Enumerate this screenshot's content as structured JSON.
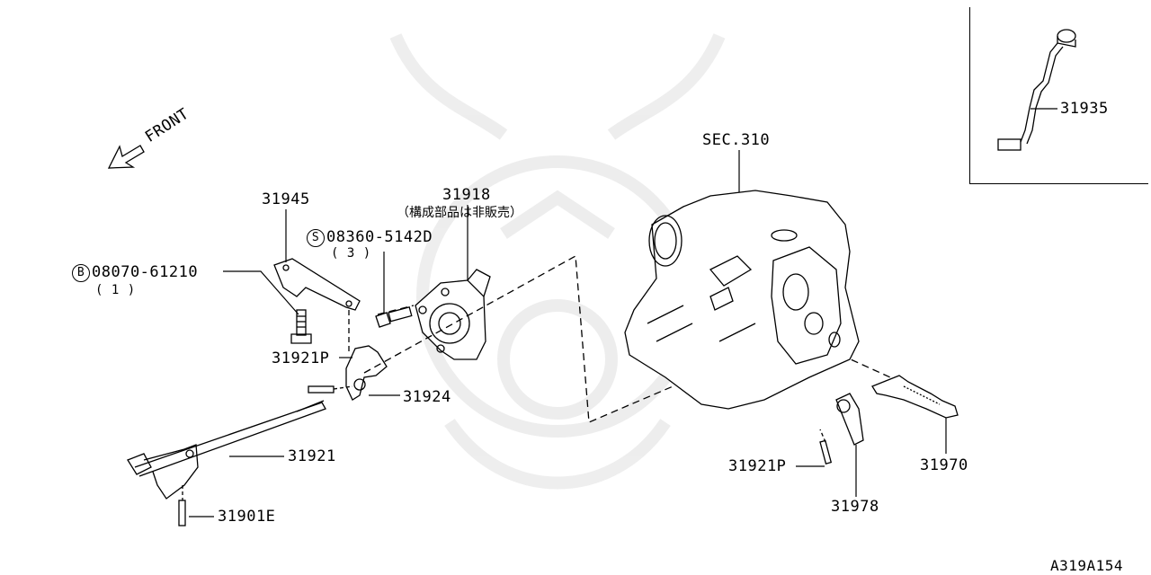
{
  "direction_label": "FRONT",
  "parts": {
    "p31945": "31945",
    "p31918": "31918",
    "p31918_note": "（構成部品は非販売）",
    "bolt_s_prefix": "S",
    "bolt_s": "08360-5142D",
    "bolt_s_qty": "( 3 )",
    "bolt_b_prefix": "B",
    "bolt_b": "08070-61210",
    "bolt_b_qty": "( 1 )",
    "p31921p_left": "31921P",
    "p31924": "31924",
    "p31921": "31921",
    "p31901e": "31901E",
    "sec310": "SEC.310",
    "p31935": "31935",
    "p31921p_right": "31921P",
    "p31978": "31978",
    "p31970": "31970"
  },
  "diagram_code": "A319A154"
}
